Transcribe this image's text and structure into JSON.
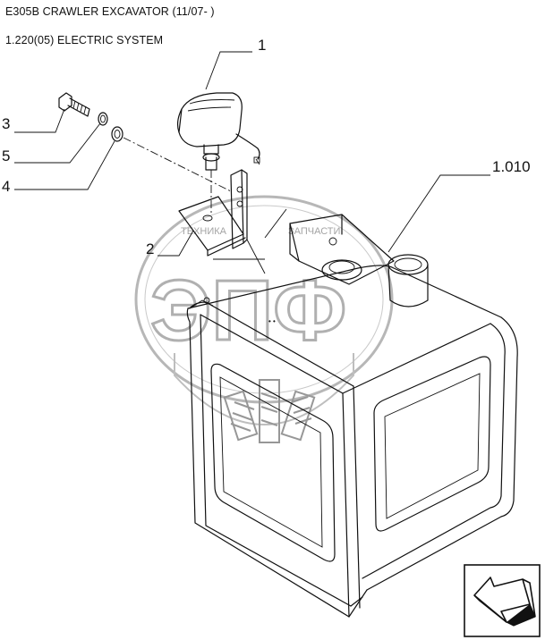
{
  "header": {
    "model_title": "E305B CRAWLER EXCAVATOR (11/07- )",
    "section_title": "1.220(05) ELECTRIC SYSTEM"
  },
  "callouts": {
    "c1": "1",
    "c2": "2",
    "c3": "3",
    "c4": "4",
    "c5": "5",
    "c1010": "1.010"
  },
  "watermark": {
    "letters": "ЭПФ",
    "left_word": "ТЕХНИКА",
    "right_word": "ЗАПЧАСТИ"
  },
  "nav": {
    "icon": "arrow-nav-icon"
  },
  "colors": {
    "line": "#111111",
    "watermark": "#a8a8a8",
    "background": "#ffffff"
  }
}
